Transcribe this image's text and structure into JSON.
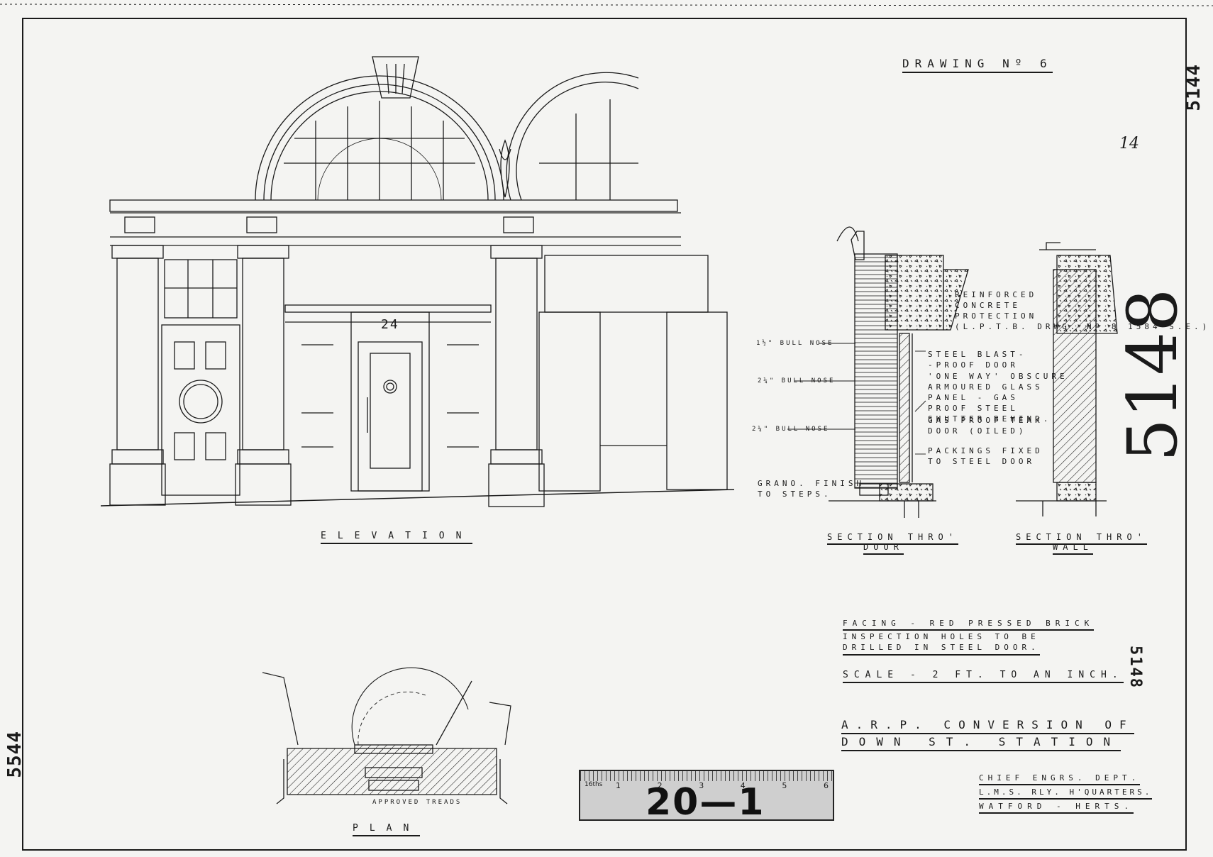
{
  "drawing_number": "DRAWING Nº 6",
  "sheet_mark": "14",
  "handwritten_number": "5148",
  "stamp_side": "5148",
  "margin_ref_right": "5144",
  "margin_ref_left": "5544",
  "door_number": "24",
  "views": {
    "elevation": "ELEVATION",
    "plan": "PLAN",
    "section_door": [
      "SECTION THRO'",
      "DOOR"
    ],
    "section_wall": [
      "SECTION THRO'",
      "WALL"
    ]
  },
  "annotations": {
    "concrete": "REINFORCED\nCONCRETE\nPROTECTION\n(L.P.T.B. DRWG. Nº 8 1584 S.E.)",
    "steel_door": "STEEL BLAST-\n-PROOF DOOR",
    "glass": "'ONE WAY' OBSCURE\nARMOURED GLASS\nPANEL - GAS\nPROOF STEEL\nSHUTTER BEHIND.",
    "teak_door": "GAS PROOF TEAK\nDOOR (OILED)",
    "packings": "PACKINGS FIXED\nTO STEEL DOOR",
    "bull_nose_1": "1½\" BULL NOSE",
    "bull_nose_2": "2¼\" BULL NOSE",
    "bull_nose_3": "2¼\" BULL NOSE",
    "grano": "GRANO. FINISH\nTO STEPS.",
    "treads": "APPROVED TREADS"
  },
  "notes": {
    "facing": "FACING - RED PRESSED BRICK",
    "inspection": "INSPECTION HOLES TO BE\nDRILLED IN STEEL DOOR.",
    "scale": "SCALE - 2 FT. TO AN INCH."
  },
  "title": {
    "line1": "A.R.P. CONVERSION OF",
    "line2": "DOWN ST. STATION"
  },
  "office": {
    "line1": "CHIEF ENGRS. DEPT.",
    "line2": "L.M.S. RLY. H'QUARTERS.",
    "line3": "WATFORD - HERTS."
  },
  "ruler": {
    "label": "20—1",
    "ticks": [
      "1",
      "2",
      "3",
      "4",
      "5",
      "6"
    ],
    "unit": "16ths"
  }
}
